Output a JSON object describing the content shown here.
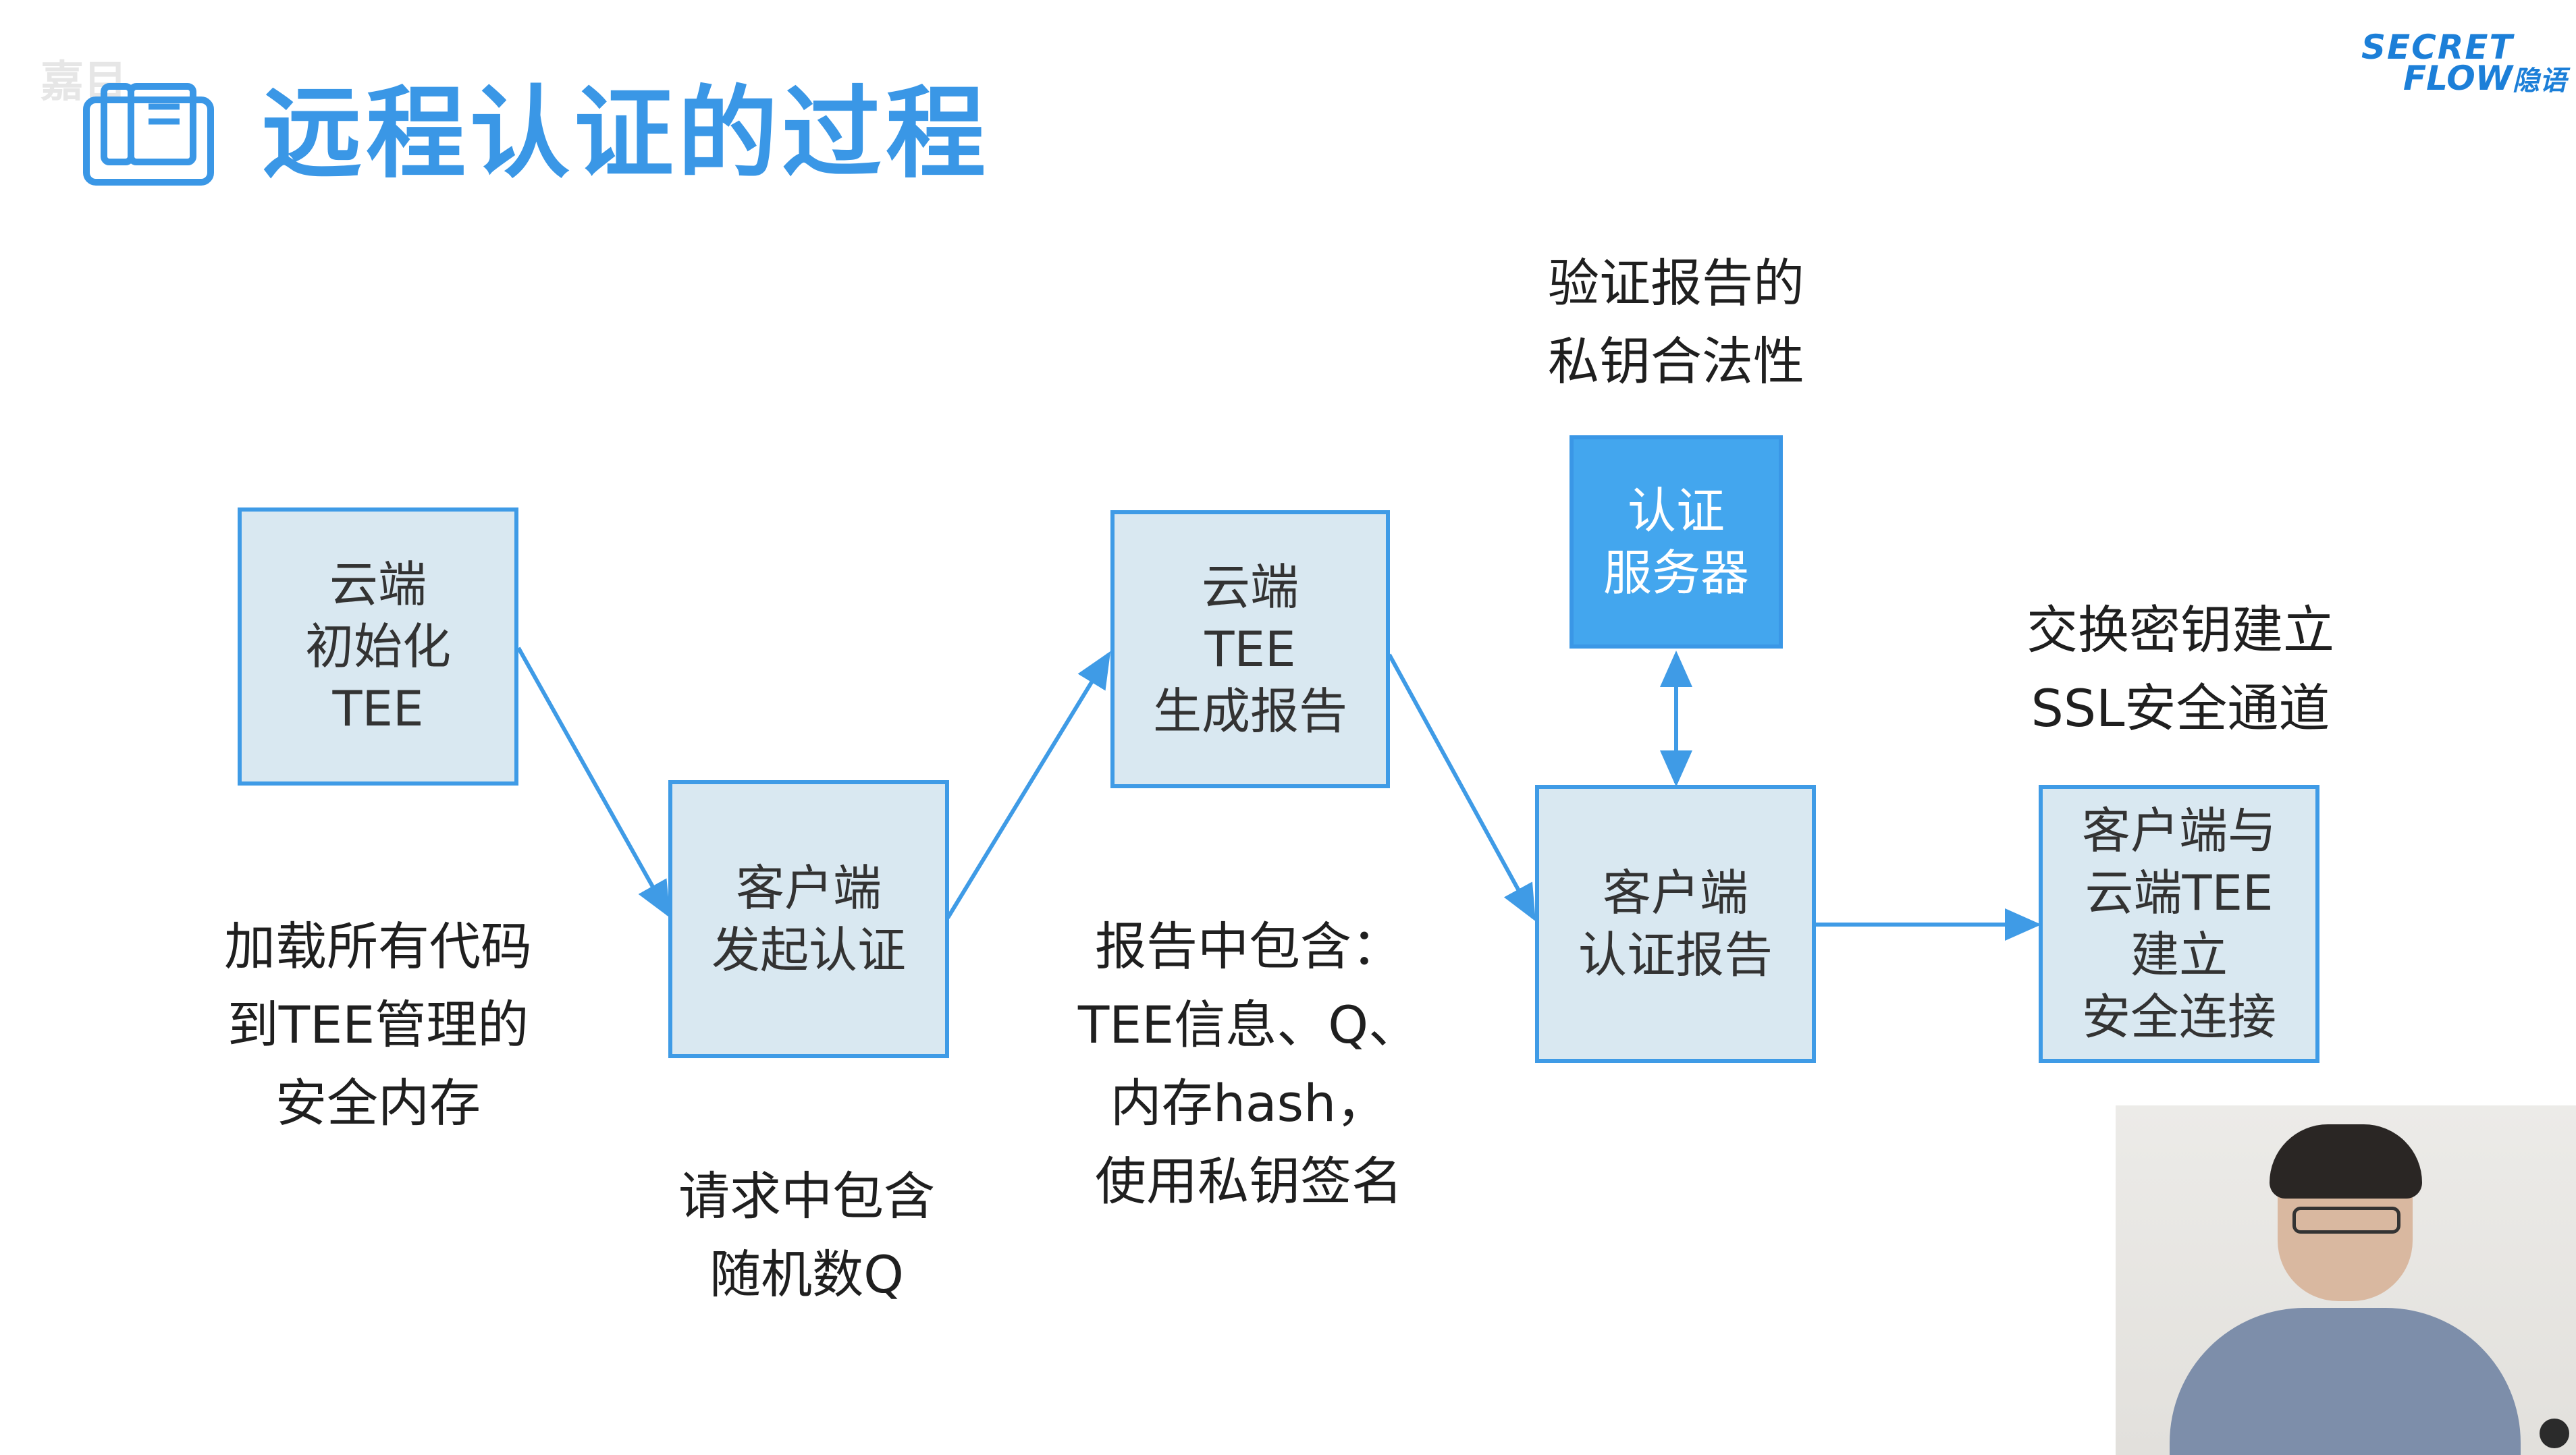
{
  "watermark": "嘉目",
  "title": "远程认证的过程",
  "logo": {
    "line1": "SECRET",
    "line2": "FLOW",
    "line2_cn": "隐语"
  },
  "colors": {
    "accent": "#3a97e6",
    "box_fill": "#d9e8f1",
    "box_border": "#3f9be6",
    "dark_box_fill": "#43a6ee"
  },
  "icons": {
    "title": "book-icon",
    "presenter": "presenter-video"
  },
  "diagram": {
    "nodes": {
      "cloud_init": [
        "云端",
        "初始化",
        "TEE"
      ],
      "client_start": [
        "客户端",
        "发起认证"
      ],
      "cloud_report": [
        "云端",
        "TEE",
        "生成报告"
      ],
      "auth_server": [
        "认证",
        "服务器"
      ],
      "client_verify": [
        "客户端",
        "认证报告"
      ],
      "secure_conn": [
        "客户端与",
        "云端TEE",
        "建立",
        "安全连接"
      ]
    },
    "notes": {
      "load_code": [
        "加载所有代码",
        "到TEE管理的",
        "安全内存"
      ],
      "request": [
        "请求中包含",
        "随机数Q"
      ],
      "report_contents": [
        "报告中包含：",
        "TEE信息、Q、",
        "内存hash，",
        "使用私钥签名"
      ],
      "verify_key": [
        "验证报告的",
        "私钥合法性"
      ],
      "exchange_key": [
        "交换密钥建立",
        "SSL安全通道"
      ]
    }
  }
}
